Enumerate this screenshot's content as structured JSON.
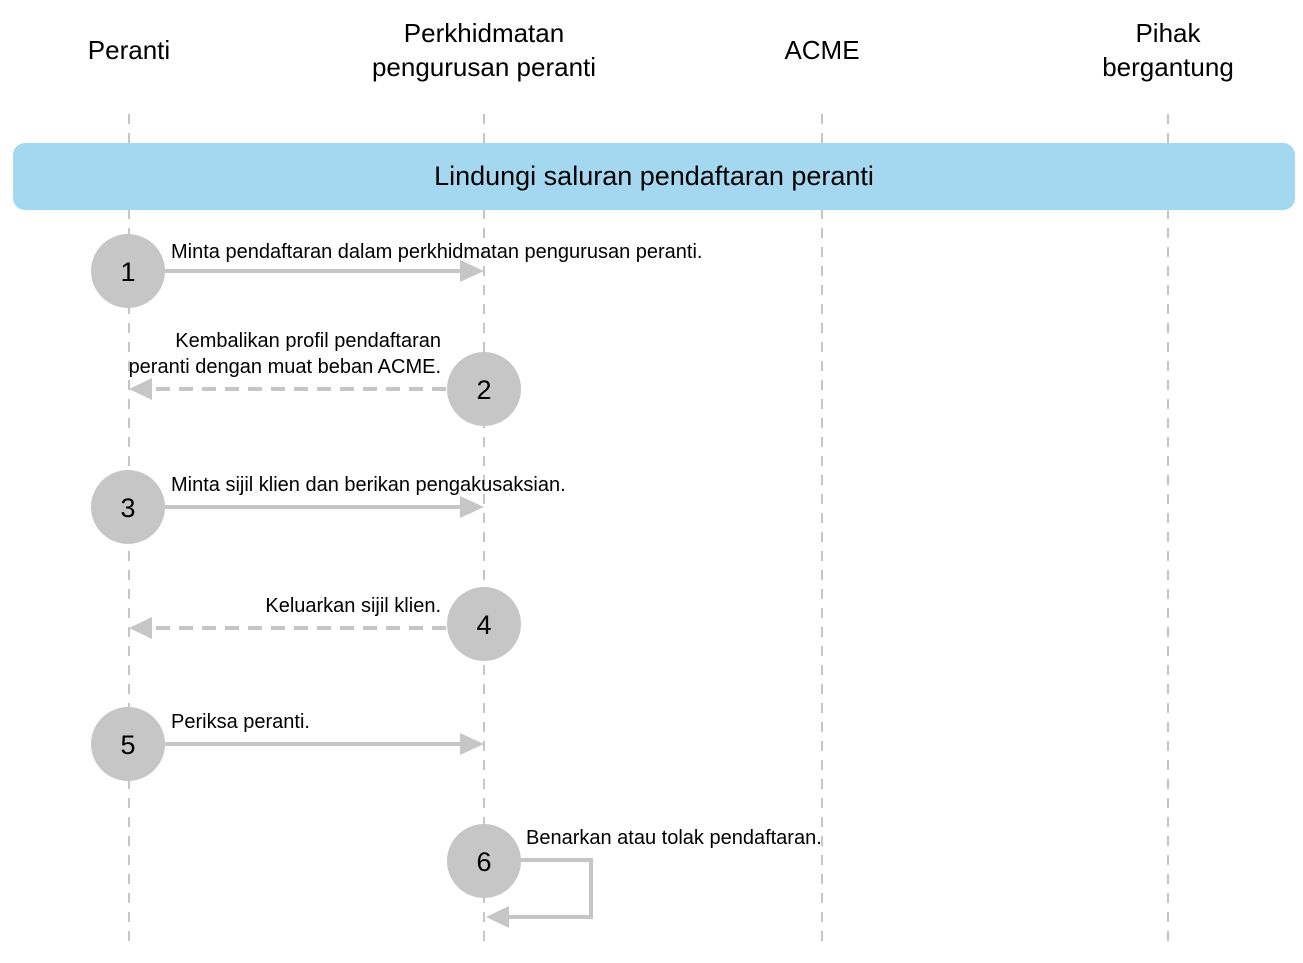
{
  "actors": [
    {
      "id": "peranti",
      "lines": [
        "Peranti"
      ]
    },
    {
      "id": "device-management-service",
      "lines": [
        "Perkhidmatan",
        "pengurusan peranti"
      ]
    },
    {
      "id": "acme",
      "lines": [
        "ACME"
      ]
    },
    {
      "id": "relying-party",
      "lines": [
        "Pihak",
        "bergantung"
      ]
    }
  ],
  "band": {
    "label": "Lindungi saluran pendaftaran peranti",
    "color": "#a4d8f0"
  },
  "steps": [
    {
      "number": "1",
      "direction": "forward",
      "style": "solid",
      "lines": [
        "Minta pendaftaran dalam perkhidmatan pengurusan peranti."
      ]
    },
    {
      "number": "2",
      "direction": "return",
      "style": "dashed",
      "lines": [
        "Kembalikan profil pendaftaran",
        "peranti dengan muat beban ACME."
      ]
    },
    {
      "number": "3",
      "direction": "forward",
      "style": "solid",
      "lines": [
        "Minta sijil klien dan berikan pengakusaksian."
      ]
    },
    {
      "number": "4",
      "direction": "return",
      "style": "dashed",
      "lines": [
        "Keluarkan sijil klien."
      ]
    },
    {
      "number": "5",
      "direction": "forward",
      "style": "solid",
      "lines": [
        "Periksa peranti."
      ]
    },
    {
      "number": "6",
      "direction": "self",
      "style": "solid",
      "lines": [
        "Benarkan atau tolak pendaftaran."
      ]
    }
  ],
  "colors": {
    "step_circle": "#c6c6c6",
    "arrow": "#c6c6c6",
    "lifeline": "#b8b8b8"
  }
}
